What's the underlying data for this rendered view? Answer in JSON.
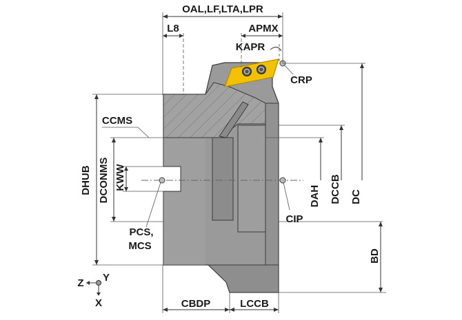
{
  "labels": {
    "oal": "OAL,LF,LTA,LPR",
    "l8": "L8",
    "apmx": "APMX",
    "kapr": "KAPR",
    "crp": "CRP",
    "ccms": "CCMS",
    "dhub": "DHUB",
    "dconms": "DCONMS",
    "kww": "KWW",
    "pcs": "PCS,",
    "mcs": "MCS",
    "cip": "CIP",
    "dah": "DAH",
    "dccb": "DCCB",
    "dc": "DC",
    "bd": "BD",
    "cbdp": "CBDP",
    "lccb": "LCCB"
  },
  "axes": {
    "z": "Z",
    "y": "Y",
    "x": "X"
  },
  "colors": {
    "body_fill": "#9a9a9a",
    "body_dark": "#7d7d7d",
    "body_light": "#b3b3b3",
    "insert_fill": "#f2c200",
    "insert_edge": "#b38a00"
  }
}
